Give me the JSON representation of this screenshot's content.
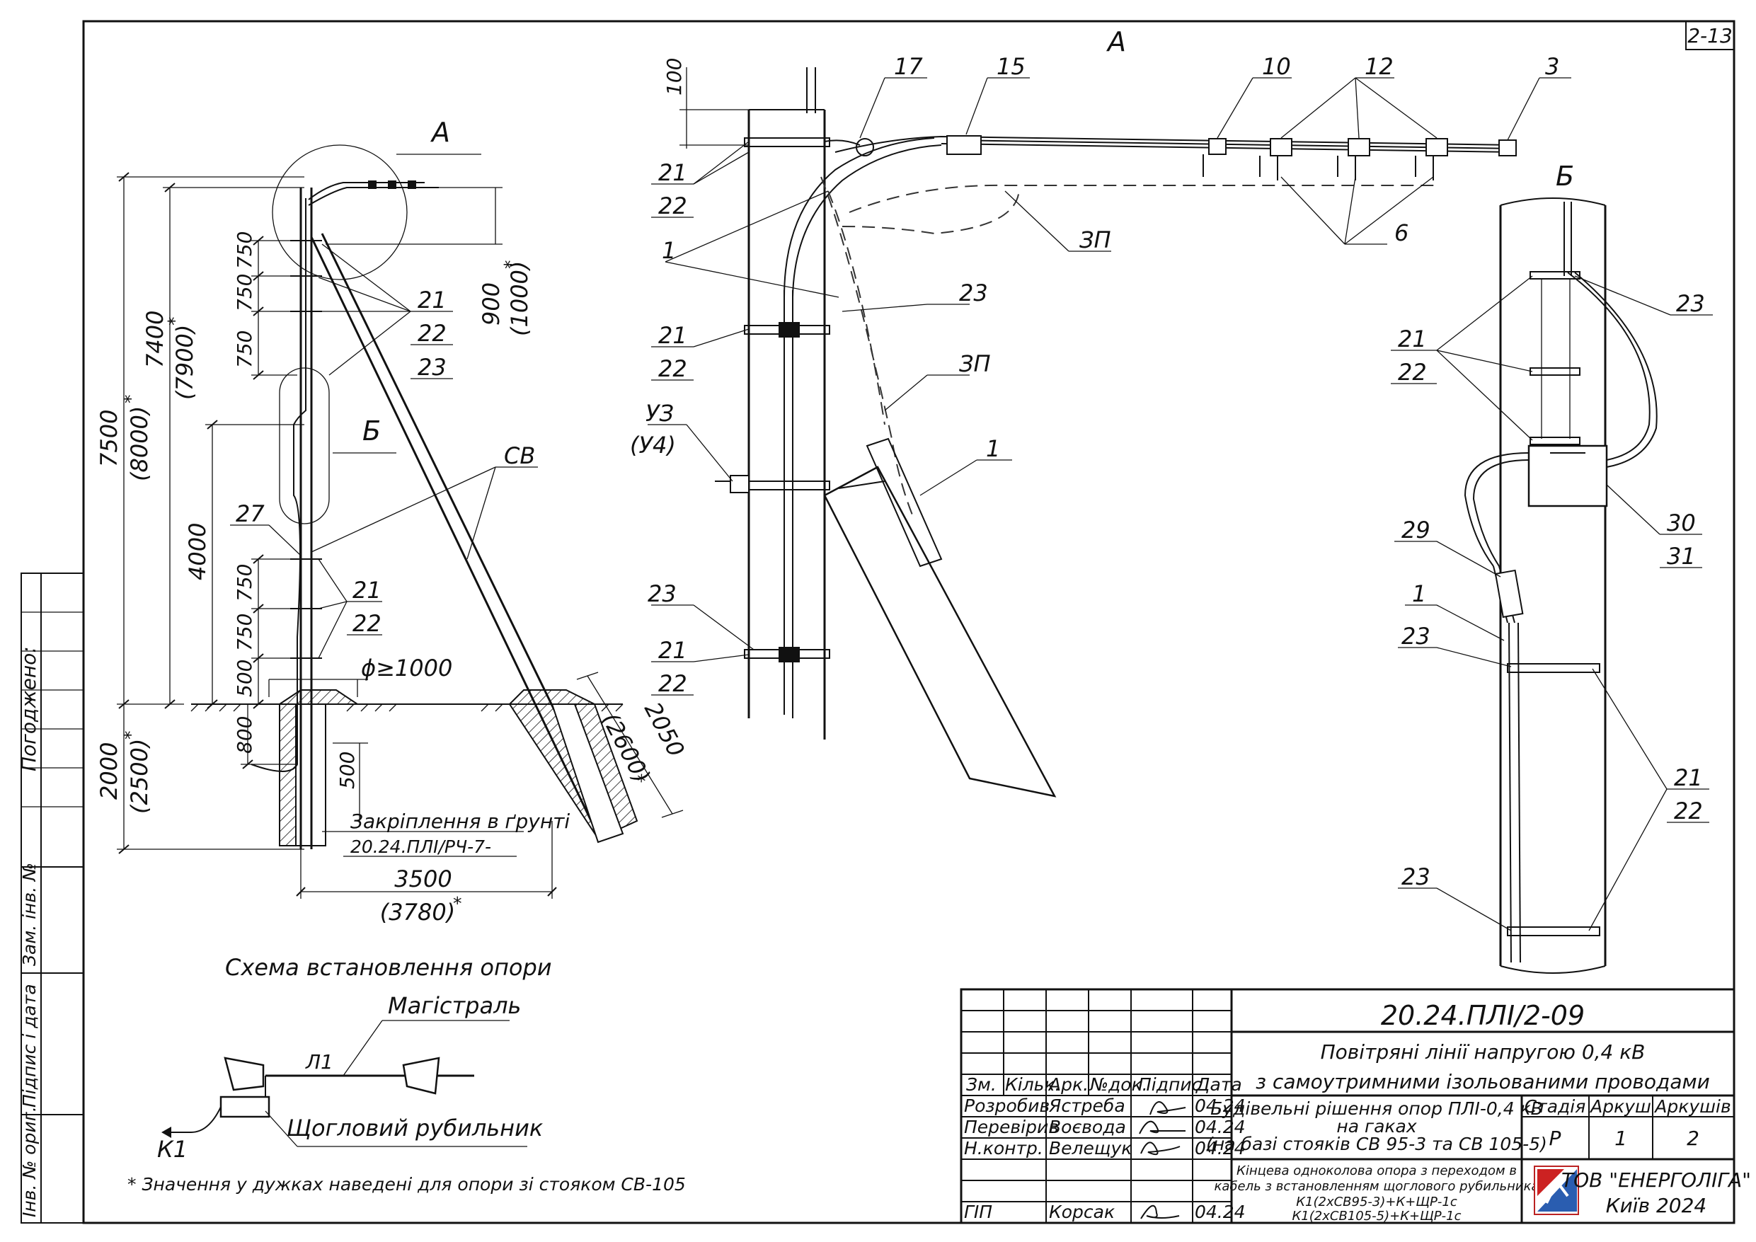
{
  "sheet": {
    "page_number": "2-13",
    "agreed_label": "Погоджено:",
    "stamp_side_labels": [
      "Зам. інв. №",
      "Підпис і дата",
      "Інв. № ориг."
    ]
  },
  "main_drawing": {
    "view_a_callout": "А",
    "view_b_callout": "Б",
    "dims": {
      "d7500": "7500",
      "d8000": "(8000)",
      "d7400": "7400",
      "d7900": "(7900)",
      "d4000": "4000",
      "d2000": "2000",
      "d2500": "(2500)",
      "d750a": "750",
      "d750b": "750",
      "d750c": "750",
      "d750d": "750",
      "d750e": "750",
      "d500a": "500",
      "d800": "800",
      "d500b": "500",
      "d900": "900",
      "d1000": "(1000)",
      "d3500": "3500",
      "d3780": "(3780)",
      "d2050": "2050",
      "d2600": "(2600)",
      "dia": "ϕ≥1000",
      "star": "*"
    },
    "labels": {
      "l21a": "21",
      "l22a": "22",
      "l23a": "23",
      "l27": "27",
      "l21b": "21",
      "l22b": "22",
      "sv": "СВ"
    },
    "ground_fixing_title": "Закріплення в ґрунті",
    "ground_fixing_code": "20.24.ПЛІ/РЧ-7-"
  },
  "view_a": {
    "title": "А",
    "dim_100": "100",
    "labels": {
      "n17": "17",
      "n15": "15",
      "n10": "10",
      "n12": "12",
      "n3": "3",
      "n21a": "21",
      "n22a": "22",
      "n1a": "1",
      "n6": "6",
      "zp1": "ЗП",
      "n23a": "23",
      "zp2": "ЗП",
      "n21b": "21",
      "n22b": "22",
      "uz": "УЗ",
      "u4": "(У4)",
      "n1b": "1",
      "n23b": "23",
      "n21c": "21",
      "n22c": "22"
    }
  },
  "view_b": {
    "title": "Б",
    "labels": {
      "n23a": "23",
      "n21a": "21",
      "n22a": "22",
      "n30": "30",
      "n31": "31",
      "n29": "29",
      "n1": "1",
      "n23b": "23",
      "n21b": "21",
      "n22b": "22",
      "n23c": "23"
    }
  },
  "scheme": {
    "title": "Схема встановлення опори",
    "main_line": "Магістраль",
    "l1": "Л1",
    "switch": "Щогловий рубильник",
    "k1": "К1"
  },
  "footnote": "* Значення у дужках наведені для опори зі стояком СВ-105",
  "title_block": {
    "code": "20.24.ПЛІ/2-09",
    "title_line1": "Повітряні лінії напругою 0,4 кВ",
    "title_line2": "з самоутримними ізольованими проводами",
    "headers": [
      "Зм.",
      "Кільк.",
      "Арк.",
      "№док.",
      "Підпис",
      "Дата"
    ],
    "rows": [
      {
        "role": "Розробив",
        "name": "Ястреба",
        "date": "04.24"
      },
      {
        "role": "Перевірив",
        "name": "Воєвода",
        "date": "04.24"
      },
      {
        "role": "Н.контр.",
        "name": "Велещук",
        "date": "04.24"
      },
      {
        "role": "ГІП",
        "name": "Корсак",
        "date": "04.24"
      }
    ],
    "section_line1": "Будівельні рішення опор ПЛІ-0,4 кВ",
    "section_line2": "на гаках",
    "section_line3": "(на базі стояків СВ 95-3 та СВ 105-5)",
    "stage_label": "Стадія",
    "sheet_label": "Аркуш",
    "sheets_label": "Аркушів",
    "stage": "Р",
    "sheet": "1",
    "sheets": "2",
    "desc_line1": "Кінцева одноколова опора з переходом в",
    "desc_line2": "кабель з встановленням щоглового рубильника",
    "desc_line3": "К1(2хСВ95-3)+К+ЩР-1с",
    "desc_line4": "К1(2хСВ105-5)+К+ЩР-1с",
    "company": "ТОВ \"ЕНЕРГОЛІГА\"",
    "city": "Київ 2024"
  }
}
